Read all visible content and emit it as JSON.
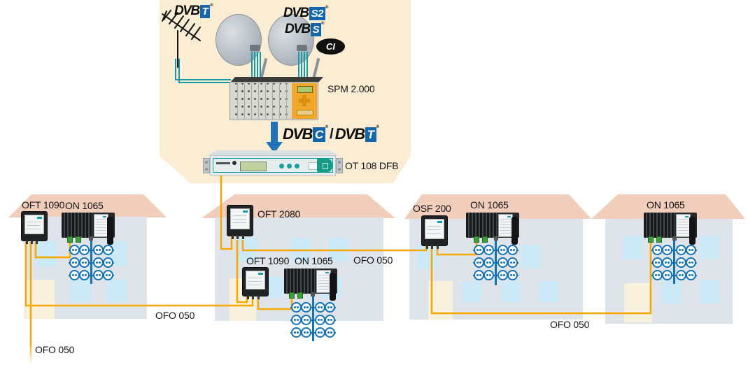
{
  "colors": {
    "fiber": "#F6A800",
    "coax": "#189BA8",
    "trunk": "#1272B4",
    "arrow": "#2173B8",
    "logoBlue": "#1566A8",
    "headendBg": "#FAEDD3",
    "roof": "#F1CDBB",
    "houseWall": "#DEE4E9",
    "windowBlue": "#CBE9F6",
    "door": "#F7F1DE",
    "spmOrange": "#F2A62C",
    "portGreen": "#3C9E3C"
  },
  "headend": {
    "reg_mark": "®",
    "sources": {
      "dvbt": {
        "text": "DVB",
        "box": "T"
      },
      "dvbs2": {
        "text": "DVB",
        "box": "S2"
      },
      "dvbs": {
        "text": "DVB",
        "box": "S"
      },
      "ci": "CI"
    },
    "spm": {
      "label": "SPM 2.000"
    },
    "output_standard": {
      "text1": "DVB",
      "box1": "C",
      "separator": "/",
      "text2": "DVB",
      "box2": "T"
    },
    "ot": {
      "label": "OT 108 DFB"
    }
  },
  "houses": [
    {
      "name": "house-1",
      "devices": {
        "oft": "OFT 1090",
        "on": "ON 1065"
      }
    },
    {
      "name": "house-2",
      "devices": {
        "oft_upper": "OFT 2080",
        "oft_lower": "OFT 1090",
        "on": "ON 1065"
      }
    },
    {
      "name": "house-3",
      "devices": {
        "osf": "OSF 200",
        "on": "ON 1065"
      }
    },
    {
      "name": "house-4",
      "devices": {
        "on": "ON 1065"
      }
    }
  ],
  "fiber_labels": {
    "house1_drop": "OFO 050",
    "house1_to_house2": "OFO 050",
    "house2_to_house3": "OFO 050",
    "house3_to_house4": "OFO 050"
  },
  "outlet_grid": {
    "rows": 3,
    "outlets_per_row": 4
  }
}
